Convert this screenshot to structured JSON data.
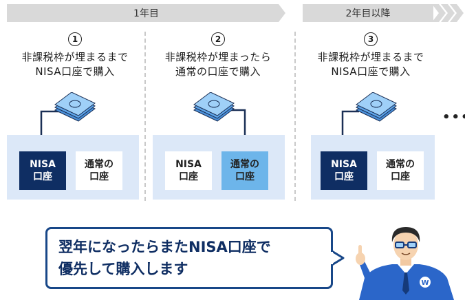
{
  "timeline": {
    "year1_label": "1年目",
    "year2_label": "2年目以降"
  },
  "steps": [
    {
      "number": "1",
      "line1": "非課税枠が埋まるまで",
      "line2": "NISA口座で購入"
    },
    {
      "number": "2",
      "line1": "非課税枠が埋まったら",
      "line2": "通常の口座で購入"
    },
    {
      "number": "3",
      "line1": "非課税枠が埋まるまで",
      "line2": "NISA口座で購入"
    }
  ],
  "accounts": {
    "nisa_line1": "NISA",
    "nisa_line2": "口座",
    "normal_line1": "通常の",
    "normal_line2": "口座"
  },
  "continuation": "•••",
  "bubble": {
    "line1": "翌年になったらまたNISA口座で",
    "line2": "優先して購入します"
  },
  "colors": {
    "nisa_selected": "#0f2e63",
    "normal_selected": "#6db5ea",
    "panel": "#dce8f8",
    "bubble_border": "#184788"
  }
}
